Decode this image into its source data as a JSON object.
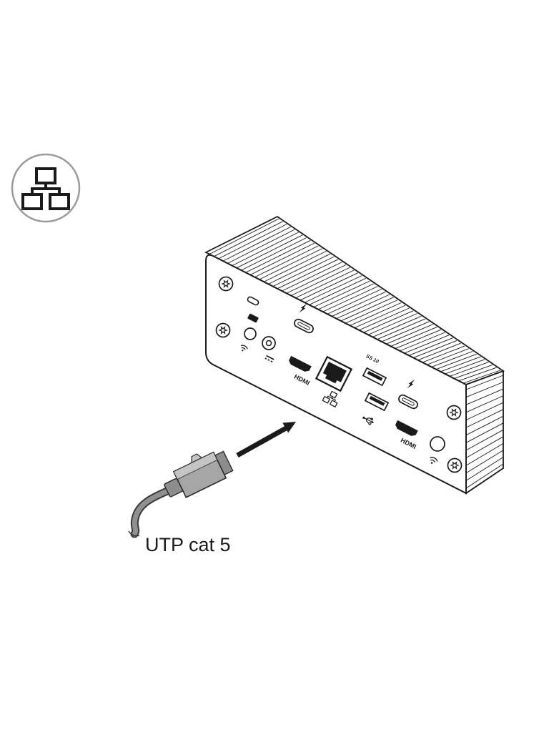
{
  "figure": {
    "type": "installation-diagram",
    "subject": "mini-pc-rear-panel-network-connection"
  },
  "icons": {
    "legend": "ethernet-lan-icon",
    "panel": [
      "kensington-lock-icon",
      "power-button",
      "wifi-icon",
      "dc-power-icon",
      "thunderbolt-icon",
      "lan-icon",
      "usb-trident-icon",
      "thunderbolt-icon",
      "wifi-icon"
    ],
    "arrow": "insert-direction-arrow"
  },
  "device": {
    "name": "mini-pc",
    "labels": {
      "hdmi_1": "HDMI",
      "hdmi_2": "HDMI",
      "usb_speed": "SS 10"
    }
  },
  "cable": {
    "label": "UTP cat 5",
    "connector_color": "#a6a6a6",
    "connector_top_color": "#c4c4c4",
    "boot_color": "#8d8d8d",
    "cable_color": "#909090"
  },
  "colors": {
    "line": "#1a1a1a",
    "icon_circle": "#9b9b9b"
  }
}
